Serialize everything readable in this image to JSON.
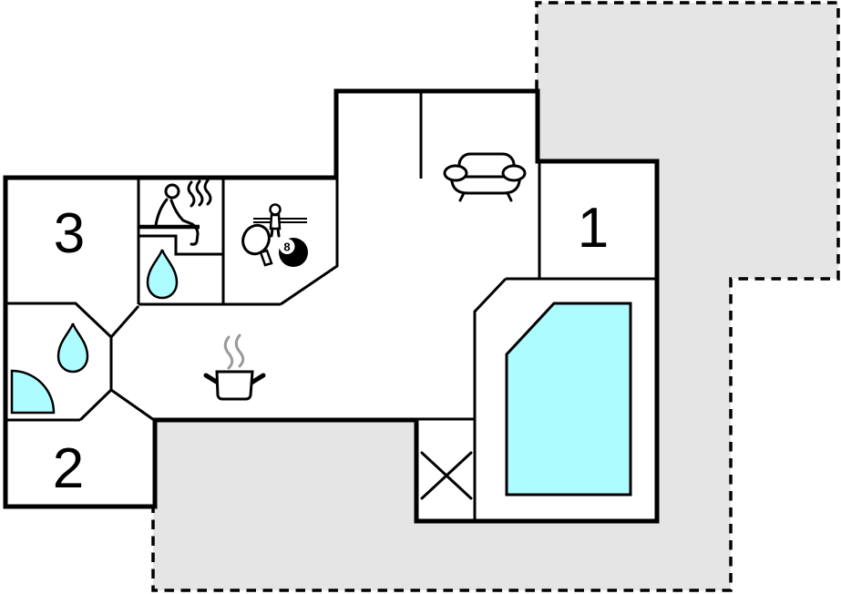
{
  "plan": {
    "rooms": [
      {
        "id": "room-1",
        "label": "1"
      },
      {
        "id": "room-2",
        "label": "2"
      },
      {
        "id": "room-3",
        "label": "3"
      }
    ],
    "eight_ball": {
      "label": "8"
    },
    "colors": {
      "wall": "#000000",
      "water": "#adfcff",
      "terrace": "#e5e5e5",
      "steam": "#999999",
      "background": "#ffffff"
    },
    "icons": {
      "living_room": "sofa-icon",
      "sauna": "sauna-person-icon",
      "sauna_heat": "steam-waves-icon",
      "shower": "water-drop-icon",
      "bathroom": "water-drop-icon",
      "bathroom_door": "door-swing-icon",
      "kitchen": "cooking-pot-icon",
      "game_room_paddle": "table-tennis-paddle-icon",
      "game_room_foosball": "foosball-player-icon",
      "game_room_billiards": "eight-ball-icon",
      "utility": "cross-mark-icon",
      "pool": "swimming-pool-shape"
    }
  }
}
